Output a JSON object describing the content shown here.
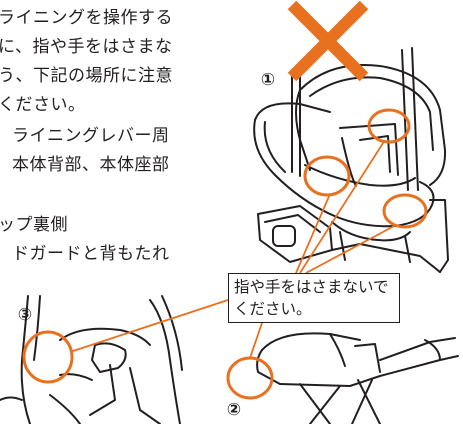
{
  "instructions": {
    "line1": "ライニングを操作する",
    "line2": "に、指や手をはさまな",
    "line3": "う、下記の場所に注意",
    "line4": "ください。",
    "item1_a": "ライニングレバー周",
    "item1_b": "本体背部、本体座部",
    "item2": "ップ裏側",
    "item3": "ドガードと背もたれ"
  },
  "callout": {
    "line1": "指や手をはさまないで",
    "line2": "ください。"
  },
  "markers": {
    "m1": "①",
    "m2": "②",
    "m3": "③"
  },
  "colors": {
    "warning_orange": "#e8711f",
    "line_black": "#231f20"
  }
}
